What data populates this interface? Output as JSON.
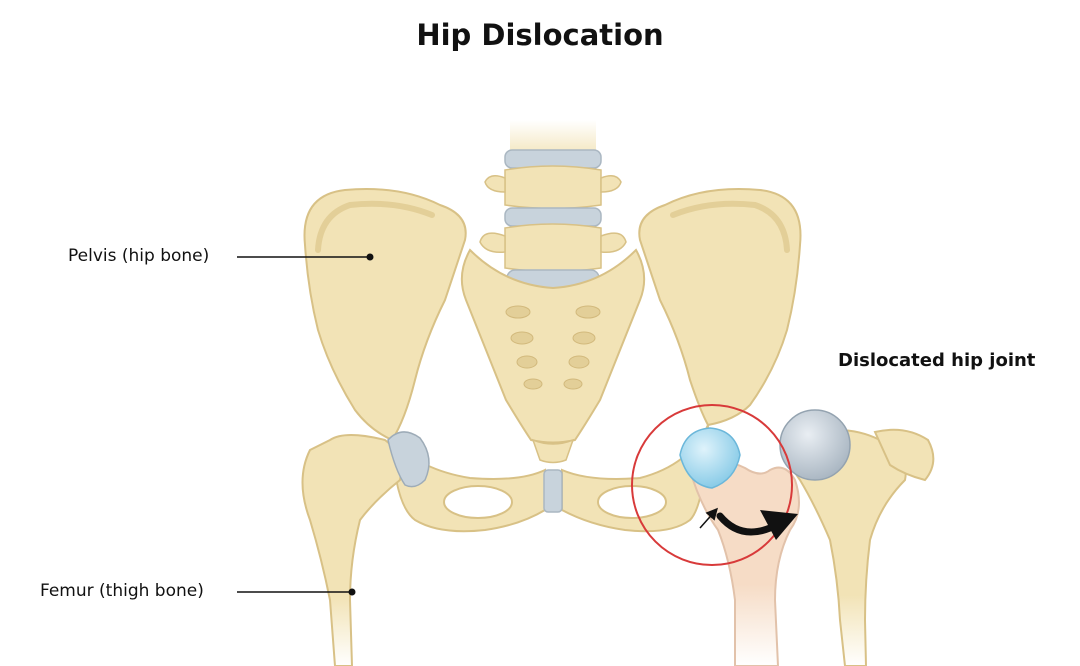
{
  "title": "Hip Dislocation",
  "labels": {
    "pelvis": "Pelvis (hip bone)",
    "femur": "Femur (thigh bone)",
    "dislocated": "Dislocated hip joint"
  },
  "colors": {
    "bone": "#f2e3b6",
    "bone_shade": "#e3cf98",
    "bone_outline": "#d8c186",
    "cartilage": "#c8d3dc",
    "cartilage_head": "#a9d8ee",
    "dislocated_bone": "#f6dcc6",
    "highlight_circle": "#d83a3a",
    "arrow": "#111111"
  }
}
